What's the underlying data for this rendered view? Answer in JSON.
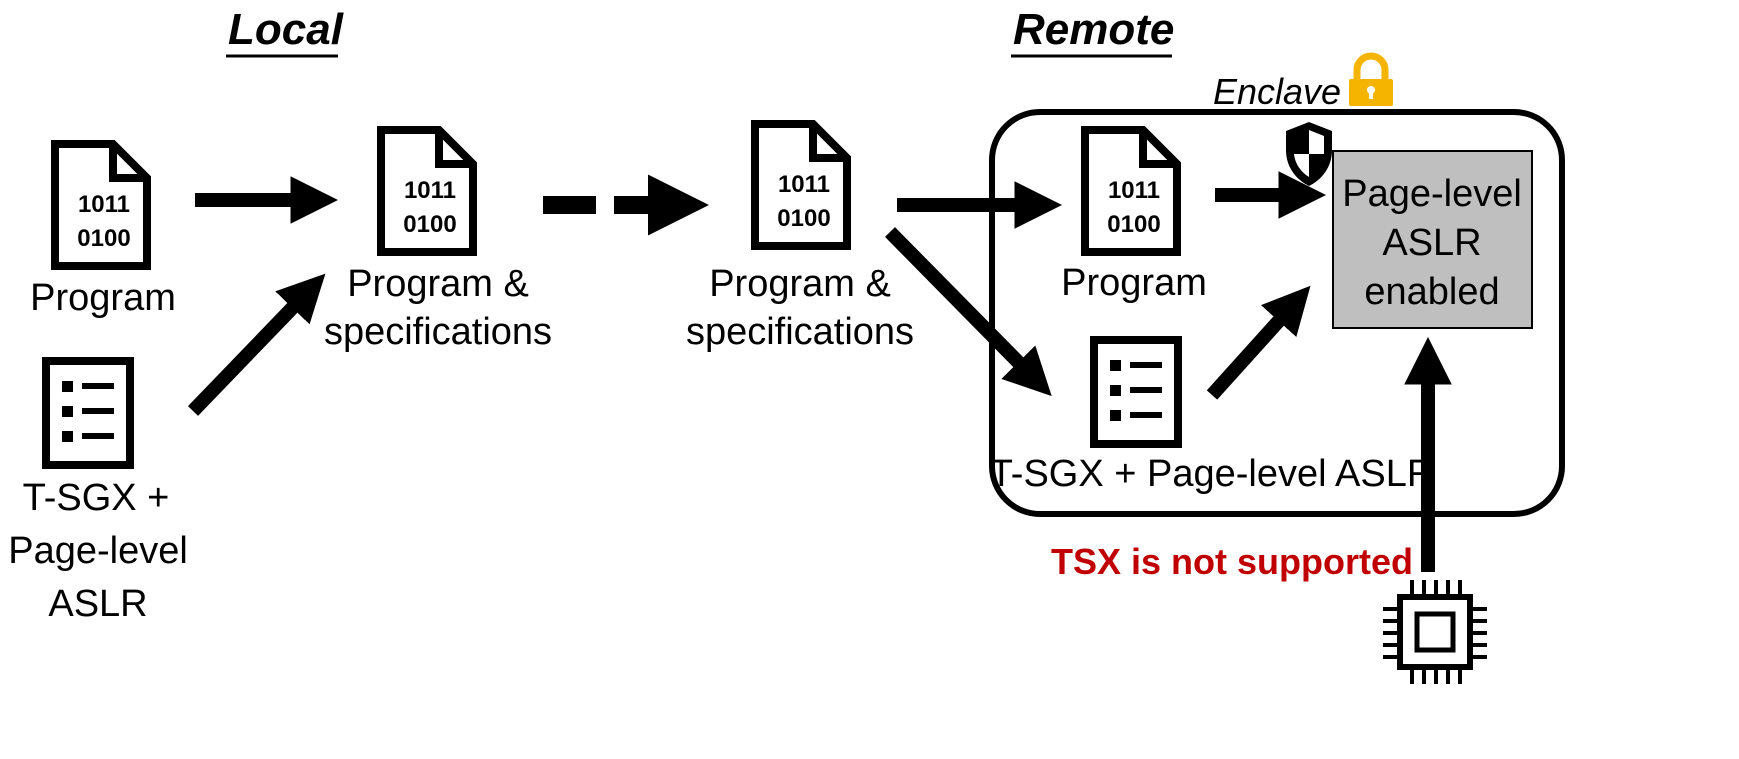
{
  "headers": {
    "local": "Local",
    "remote": "Remote"
  },
  "enclave_label": "Enclave",
  "file_bits": {
    "line1": "1011",
    "line2": "0100"
  },
  "labels": {
    "program_local": "Program",
    "spec_local": [
      "T-SGX +",
      "Page-level",
      "ASLR"
    ],
    "bundle_local": [
      "Program &",
      "specifications"
    ],
    "bundle_remote": [
      "Program &",
      "specifications"
    ],
    "program_enclave": "Program",
    "spec_enclave": "T-SGX + Page-level ASLR"
  },
  "result_box": [
    "Page-level",
    "ASLR",
    "enabled"
  ],
  "warning": "TSX is not supported",
  "icons": [
    "binary-file-icon",
    "checklist-icon",
    "lock-icon",
    "shield-icon",
    "cpu-chip-icon"
  ],
  "colors": {
    "warning": "#c00000",
    "result_fill": "#bfbfbf",
    "lock": "#f5b400",
    "ink": "#000000"
  }
}
